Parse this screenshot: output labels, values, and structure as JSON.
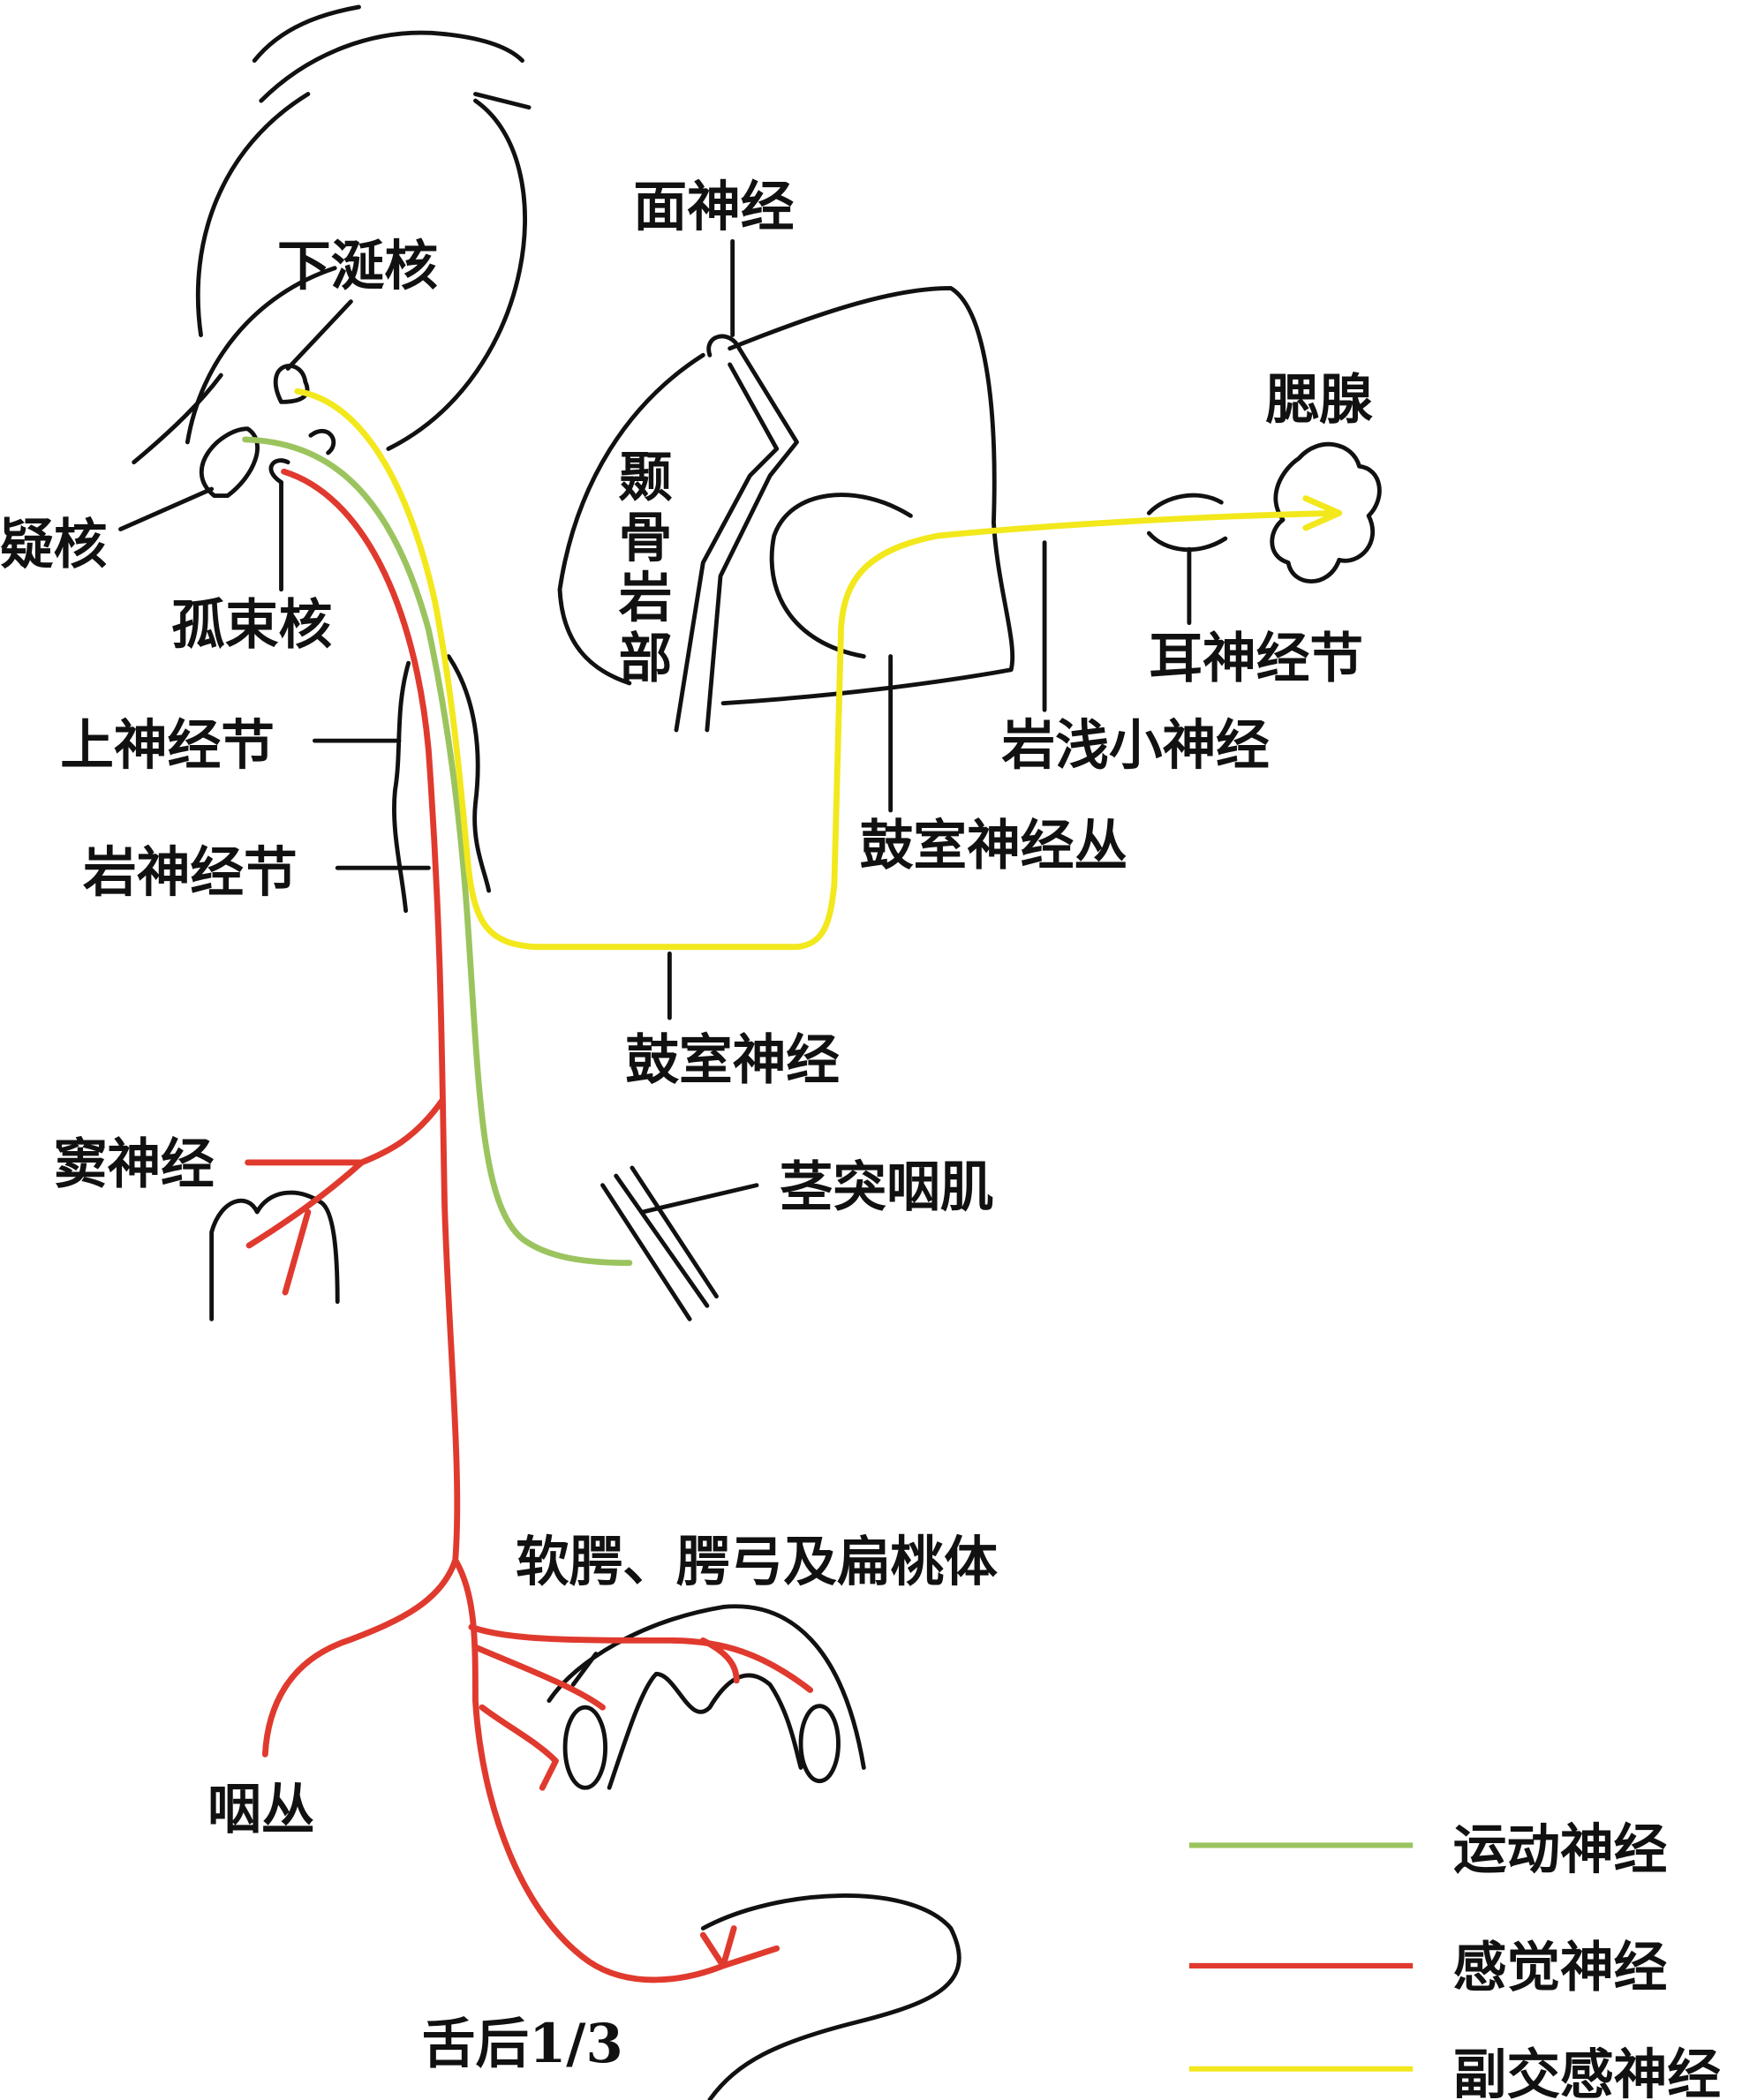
{
  "labels": {
    "facial_nerve": "面神经",
    "inferior_salivatory_nucleus": "下涎核",
    "parotid_gland": "腮腺",
    "petrous_temporal": [
      "颞",
      "骨",
      "岩",
      "部"
    ],
    "nucleus_ambiguus": "疑核",
    "solitary_nucleus": "孤束核",
    "otic_ganglion": "耳神经节",
    "superior_ganglion": "上神经节",
    "lesser_petrosal_nerve": "岩浅小神经",
    "tympanic_plexus": "鼓室神经丛",
    "petrosal_ganglion": "岩神经节",
    "tympanic_nerve": "鼓室神经",
    "carotid_sinus_nerve": "窦神经",
    "stylopharyngeus": "茎突咽肌",
    "soft_palate": "软腭、腭弓及扁桃体",
    "pharyngeal_plexus": "咽丛",
    "posterior_tongue": "舌后1/3"
  },
  "legend": [
    {
      "label": "运动神经",
      "color": "#9bc45f"
    },
    {
      "label": "感觉神经",
      "color": "#e03a2e"
    },
    {
      "label": "副交感神经",
      "color": "#f2e81c"
    }
  ]
}
